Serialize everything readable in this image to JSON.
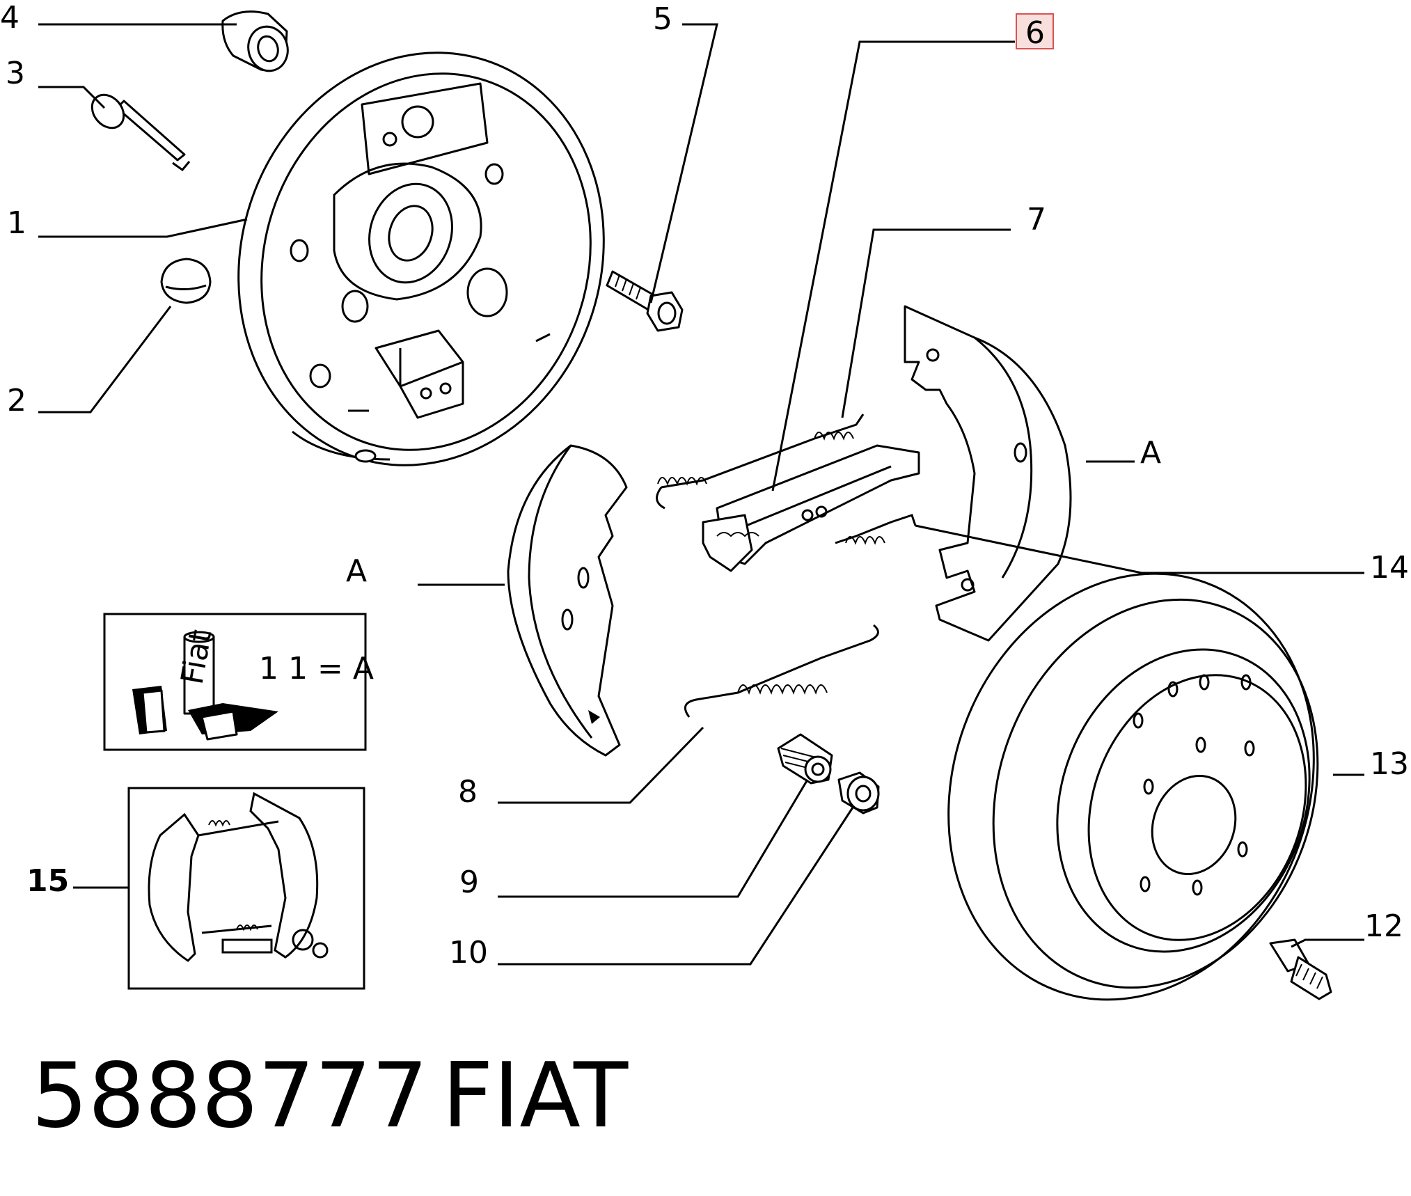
{
  "callouts": {
    "c1": "1",
    "c2": "2",
    "c3": "3",
    "c4": "4",
    "c5": "5",
    "c6": "6",
    "c7": "7",
    "c8": "8",
    "c9": "9",
    "c10": "10",
    "c12": "12",
    "c13": "13",
    "c14": "14",
    "c15": "15",
    "a_left": "A",
    "a_right": "A"
  },
  "highlight": {
    "callout": "6",
    "border": "#d9534f",
    "fill": "#f9dede"
  },
  "inset_kit": {
    "equation": "1 1 = A",
    "brand_label": "Fiat"
  },
  "footer": {
    "part_number": "5888777",
    "brand": "FIAT"
  }
}
